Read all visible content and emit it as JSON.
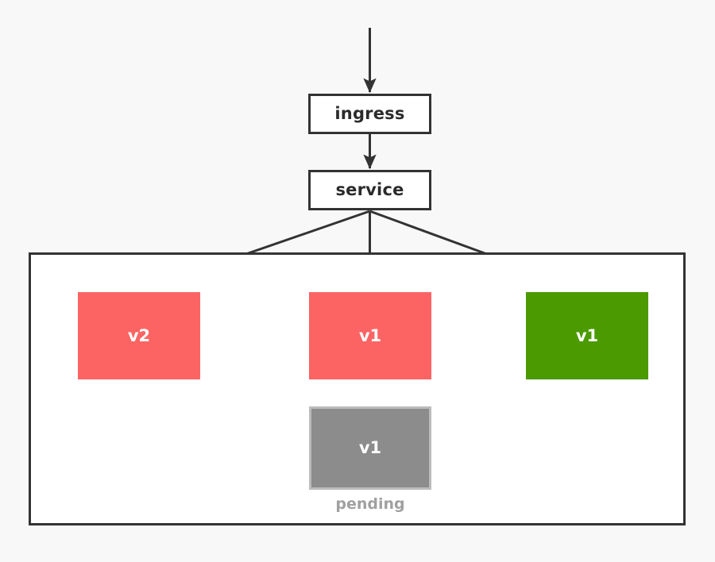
{
  "diagram": {
    "type": "kubernetes-rolling-update-topology",
    "background_color": "#f8f8f8",
    "entry": {
      "name": "external-traffic-arrow",
      "label": ""
    },
    "nodes": [
      {
        "id": "ingress",
        "label": "ingress",
        "shape": "rectangle",
        "fill": "#ffffff",
        "stroke": "#333333"
      },
      {
        "id": "service",
        "label": "service",
        "shape": "rectangle",
        "fill": "#ffffff",
        "stroke": "#333333"
      }
    ],
    "cluster": {
      "name": "pod-group-boundary",
      "label": "",
      "fill": "#ffffff",
      "stroke": "#333333"
    },
    "pods": [
      {
        "id": "pod-left",
        "label": "v2",
        "state": "running",
        "fill": "#fc6464",
        "text_color": "#ffffff",
        "status_label": ""
      },
      {
        "id": "pod-center",
        "label": "v1",
        "state": "running",
        "fill": "#fc6464",
        "text_color": "#ffffff",
        "status_label": ""
      },
      {
        "id": "pod-right",
        "label": "v1",
        "state": "updated",
        "fill": "#4b9a01",
        "text_color": "#ffffff",
        "status_label": ""
      },
      {
        "id": "pod-pending",
        "label": "v1",
        "state": "pending",
        "fill": "#8c8c8c",
        "text_color": "#ffffff",
        "status_label": "pending"
      }
    ],
    "edges": [
      {
        "from": "external",
        "to": "ingress",
        "style": "solid-arrow"
      },
      {
        "from": "ingress",
        "to": "service",
        "style": "solid-arrow"
      },
      {
        "from": "service",
        "to": "pod-left",
        "style": "solid-arrow"
      },
      {
        "from": "service",
        "to": "pod-center",
        "style": "solid-arrow"
      },
      {
        "from": "service",
        "to": "pod-right",
        "style": "solid-arrow"
      }
    ],
    "edge_color": "#333333"
  }
}
